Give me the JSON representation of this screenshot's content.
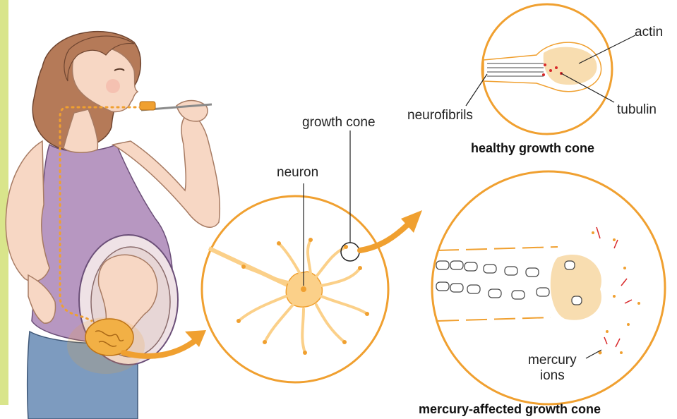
{
  "labels": {
    "actin": "actin",
    "tubulin": "tubulin",
    "neurofibrils": "neurofibrils",
    "growth_cone": "growth cone",
    "neuron": "neuron",
    "mercury_ions": "mercury\nions"
  },
  "captions": {
    "healthy": "healthy growth cone",
    "mercury": "mercury-affected growth cone"
  },
  "colors": {
    "accent_orange": "#f0a030",
    "neuron_fill": "#fbd089",
    "cone_fill": "#f8ddb0",
    "skin": "#f7d7c4",
    "hair": "#b57a58",
    "shirt": "#b797c1",
    "jeans": "#7d9bbf",
    "mercury_red": "#d8282a",
    "sidebar": "#d9e58b"
  }
}
